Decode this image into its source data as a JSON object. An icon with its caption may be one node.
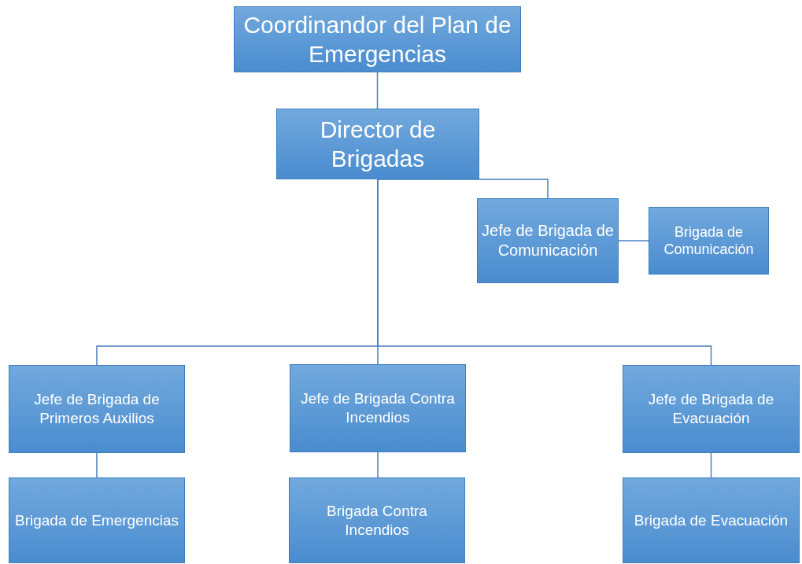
{
  "diagram": {
    "nodes": [
      {
        "text": [
          "Coordinandor del Plan de Emergencias"
        ]
      },
      {
        "text": [
          "Director de Brigadas"
        ]
      },
      {
        "text": [
          "Jefe de Brigada de Comunicación"
        ]
      },
      {
        "text": [
          "Brigada de Comunicación"
        ]
      },
      {
        "text": [
          "Jefe de Brigada de Primeros Auxilios"
        ]
      },
      {
        "text": [
          "Jefe de Brigada Contra Incendios"
        ]
      },
      {
        "text": [
          "Jefe de Brigada de Evacuación"
        ]
      },
      {
        "text": [
          "Brigada de Emergencias"
        ]
      },
      {
        "text": [
          "Brigada Contra Incendios"
        ]
      },
      {
        "text": [
          "Brigada de Evacuación"
        ]
      }
    ],
    "edges": [
      {
        "from": 0,
        "to": 1,
        "arrow": "none"
      },
      {
        "from": 1,
        "to": 2,
        "arrow": "none"
      },
      {
        "from": 2,
        "to": 3,
        "arrow": "none"
      },
      {
        "from": 1,
        "to": 4,
        "arrow": "none"
      },
      {
        "from": 1,
        "to": 5,
        "arrow": "none"
      },
      {
        "from": 1,
        "to": 6,
        "arrow": "none"
      },
      {
        "from": 4,
        "to": 7,
        "arrow": "none"
      },
      {
        "from": 5,
        "to": 8,
        "arrow": "none"
      },
      {
        "from": 6,
        "to": 9,
        "arrow": "none"
      }
    ]
  }
}
